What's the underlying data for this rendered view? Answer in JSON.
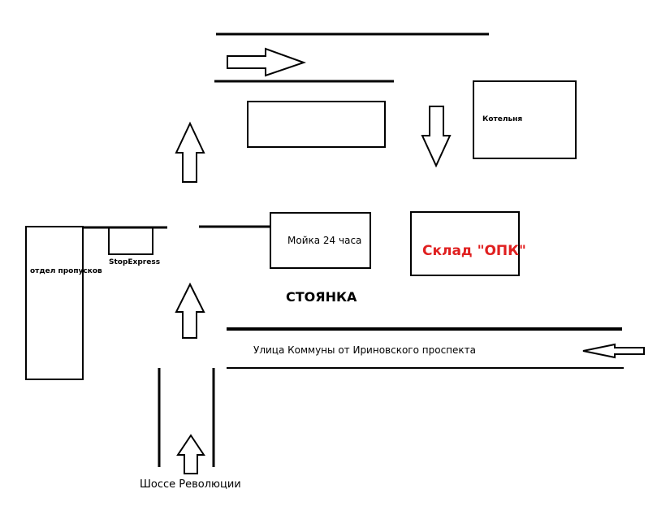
{
  "labels": {
    "boiler_house": "Котельня",
    "car_wash": "Мойка 24 часа",
    "warehouse": "Склад \"ОПК\"",
    "pass_office": "отдел пропусков",
    "stop_express": "StopExpress",
    "parking": "СТОЯНКА",
    "kommuny_street": "Улица Коммуны от Ириновского проспекта",
    "revolution_highway": "Шоссе Революции"
  },
  "colors": {
    "warehouse_text": "#e02020",
    "lines": "#000000",
    "background": "#ffffff"
  }
}
